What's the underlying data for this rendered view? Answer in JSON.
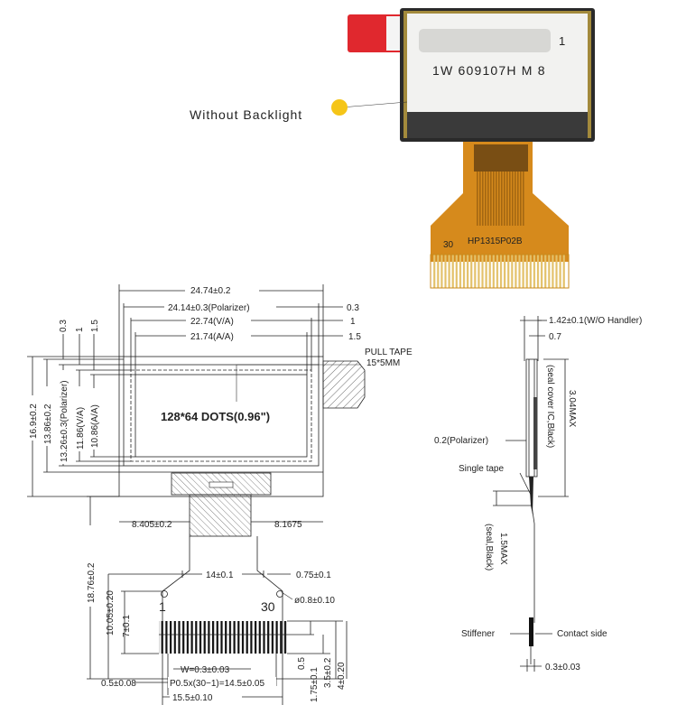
{
  "photo": {
    "label": "Without Backlight",
    "part_code": "1W 609107H M 8",
    "pin_one": "1",
    "fpc_code": "HP1315P02B",
    "fpc_pin": "30",
    "colors": {
      "tab": "#e0282e",
      "fpc": "#d68a1c",
      "callout_dot": "#f5c518",
      "glass": "#f2f2f0",
      "bezel": "#2a2a2a"
    }
  },
  "front": {
    "widths": {
      "outline": "24.74±0.2",
      "polarizer": "24.14±0.3(Polarizer)",
      "va": "22.74(V/A)",
      "aa": "21.74(A/A)"
    },
    "offsets_right": {
      "polarizer": "0.3",
      "va": "1",
      "aa": "1.5"
    },
    "offsets_left": {
      "top": "0.3",
      "va_top": "1",
      "aa_top": "1.5"
    },
    "heights": {
      "aa": "10.86(A/A)",
      "va": "11.86(V/A)",
      "polarizer": "13.26±0.3(Polarizer)",
      "glass": "13.86±0.2",
      "outline": "16.9±0.2",
      "total": "18.76±0.2"
    },
    "pull_tape": {
      "title": "PULL TAPE",
      "size": "15*5MM"
    },
    "display_text": "128*64 DOTS(0.96\")",
    "neck_left": "8.405±0.2",
    "neck_right": "8.1675",
    "fpc_width": "14±0.1",
    "fpc_edge": "0.75±0.1",
    "pin_first": "1",
    "pin_last": "30",
    "hole": "ø0.8±0.10",
    "dim_10_05": "10.05±0.20",
    "dim_7": "7±0.1",
    "pad_w": "W=0.3±0.03",
    "pad_margin": "0.5±0.08",
    "pitch": "P0.5x(30−1)=14.5±0.05",
    "fpc_total": "15.5±0.10",
    "right_side": {
      "d05": "0.5",
      "d175": "1.75±0.1",
      "d35": "3.5±0.2",
      "d4": "4±0.20"
    }
  },
  "side": {
    "thickness": "1.42±0.1(W/O Handler)",
    "top": "0.7",
    "seal_cover": "(seal cover IC,Black)",
    "max_3_04": "3.04MAX",
    "polarizer": "0.2(Polarizer)",
    "single_tape": "Single tape",
    "max_1_5": "1.5MAX",
    "seal_black": "(seal,Black)",
    "stiffener": "Stiffener",
    "contact": "Contact side",
    "bottom": "0.3±0.03"
  }
}
